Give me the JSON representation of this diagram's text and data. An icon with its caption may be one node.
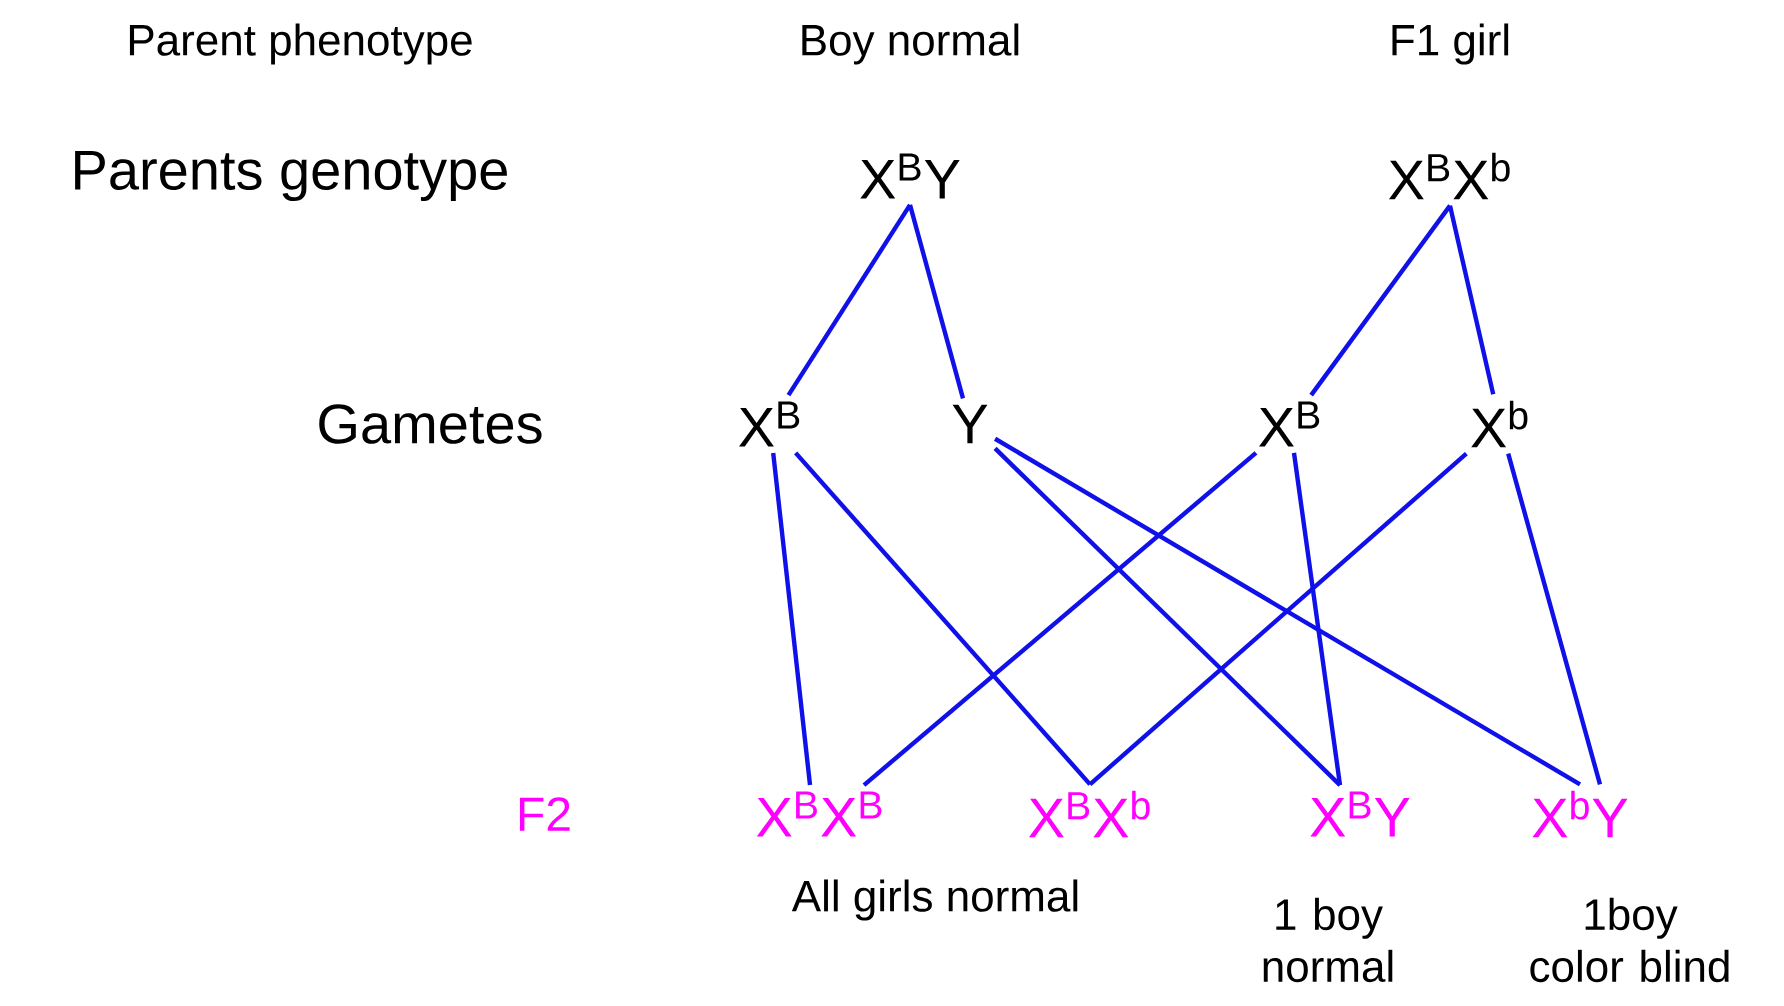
{
  "diagram": {
    "nodes": [
      {
        "text": [
          "X$^{B}$Y"
        ]
      },
      {
        "text": [
          "X$^{B}$X$^{b}$"
        ]
      },
      {
        "text": [
          "X$^{B}$"
        ]
      },
      {
        "text": [
          "Y"
        ]
      },
      {
        "text": [
          "X$^{B}$"
        ]
      },
      {
        "text": [
          "X$^{b}$"
        ]
      },
      {
        "text": [
          "X$^{B}$X$^{B}$"
        ]
      },
      {
        "text": [
          "X$^{B}$X$^{b}$"
        ]
      },
      {
        "text": [
          "X$^{B}$Y"
        ]
      },
      {
        "text": [
          "X$^{b}$Y"
        ]
      }
    ],
    "edges": [
      {
        "from": 0,
        "to": 2,
        "arrow": "none"
      },
      {
        "from": 0,
        "to": 3,
        "arrow": "none"
      },
      {
        "from": 1,
        "to": 4,
        "arrow": "none"
      },
      {
        "from": 1,
        "to": 5,
        "arrow": "none"
      },
      {
        "from": 2,
        "to": 6,
        "arrow": "none"
      },
      {
        "from": 2,
        "to": 7,
        "arrow": "none"
      },
      {
        "from": 3,
        "to": 8,
        "arrow": "none"
      },
      {
        "from": 3,
        "to": 9,
        "arrow": "none"
      },
      {
        "from": 4,
        "to": 6,
        "arrow": "none"
      },
      {
        "from": 4,
        "to": 8,
        "arrow": "none"
      },
      {
        "from": 5,
        "to": 7,
        "arrow": "none"
      },
      {
        "from": 5,
        "to": 9,
        "arrow": "none"
      }
    ],
    "labels": [
      "Parent phenotype",
      "Boy normal",
      "F1 girl",
      "Parents genotype",
      "Gametes",
      "F2",
      "All girls normal",
      "1 boy normal",
      "1boy color blind"
    ]
  }
}
